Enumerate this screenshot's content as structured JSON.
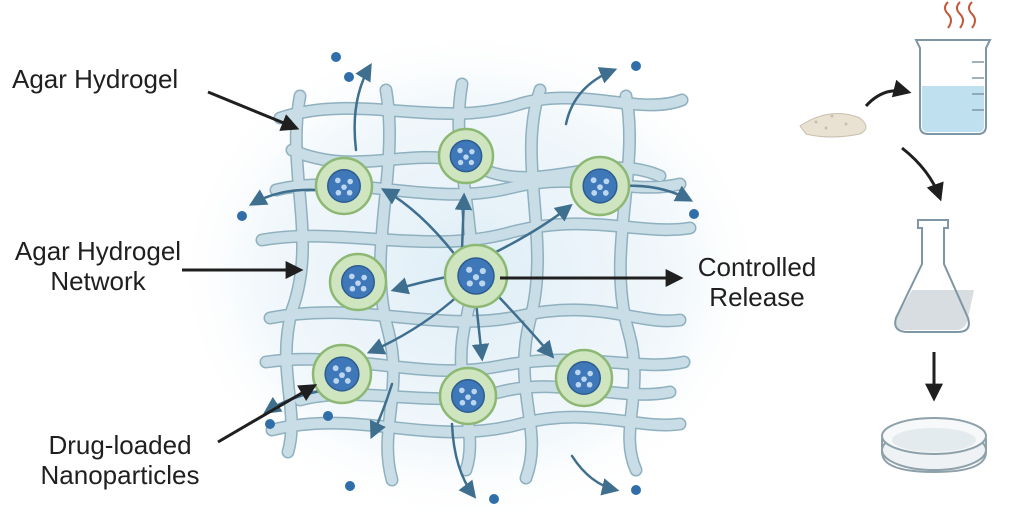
{
  "labels": {
    "agar_hydrogel": "Agar Hydrogel",
    "network_line1": "Agar Hydrogel",
    "network_line2": "Network",
    "release_line1": "Controlled",
    "release_line2": "Release",
    "nano_line1": "Drug-loaded",
    "nano_line2": "Nanoparticles"
  },
  "colors": {
    "fiber": "#c9dde6",
    "fiber_outline": "#8fb0bf",
    "shell": "#cfe5bf",
    "shell_outline": "#8cb873",
    "core": "#3f78b8",
    "dot": "#2f6ea8",
    "arrow": "#3f6f8e",
    "water": "#bfe0ee",
    "powder": "#e9e1d2"
  },
  "icons": [
    "agar-powder-icon",
    "beaker-with-steam-icon",
    "erlenmeyer-flask-icon",
    "petri-dish-icon"
  ]
}
